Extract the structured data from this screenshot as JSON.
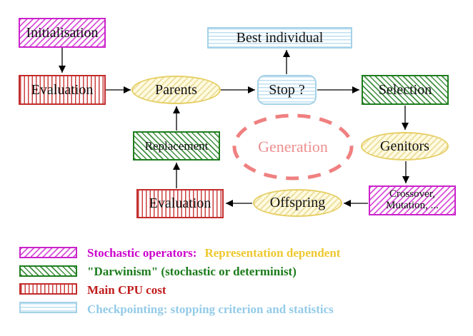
{
  "diagram": {
    "nodes": {
      "initialisation": {
        "label": "Initialisation"
      },
      "evaluation_top": {
        "label": "Evaluation"
      },
      "parents": {
        "label": "Parents"
      },
      "stop": {
        "label": "Stop ?"
      },
      "best_individual": {
        "label": "Best individual"
      },
      "selection": {
        "label": "Selection"
      },
      "genitors": {
        "label": "Genitors"
      },
      "crossover_mutation": {
        "line1": "Crossover,",
        "line2": "Mutation, ..."
      },
      "offspring": {
        "label": "Offspring"
      },
      "evaluation_bottom": {
        "label": "Evaluation"
      },
      "replacement": {
        "label": "Replacement"
      },
      "generation": {
        "label": "Generation"
      }
    },
    "edges": [
      "initialisation->evaluation_top",
      "evaluation_top->parents",
      "parents->stop",
      "stop->best_individual",
      "stop->selection",
      "selection->genitors",
      "genitors->crossover_mutation",
      "crossover_mutation->offspring",
      "offspring->evaluation_bottom",
      "evaluation_bottom->replacement",
      "replacement->parents"
    ],
    "legend": {
      "items": [
        {
          "swatch": "magenta-diagonal-hatch",
          "text": "Stochastic operators:",
          "text2": "Representation dependent",
          "color": "#cc00cc",
          "color2": "#eec82e"
        },
        {
          "swatch": "green-diagonal-hatch",
          "text": "\"Darwinism\" (stochastic or determinist)",
          "color": "#1b7b1b"
        },
        {
          "swatch": "red-vertical-stripes",
          "text": "Main CPU cost",
          "color": "#c01c1c"
        },
        {
          "swatch": "cyan-horizontal-stripes",
          "text": "Checkpointing: stopping criterion and statistics",
          "color": "#93cbe8"
        }
      ]
    },
    "colors": {
      "magenta": "#cc22cc",
      "green": "#1e7d1e",
      "red": "#c32c2c",
      "cyan_border": "#a5d2e8",
      "yellow_border": "#e6cf66",
      "yellow_fill": "#fffbe0",
      "generation_coral": "#f08080",
      "arrow": "#000000"
    }
  }
}
